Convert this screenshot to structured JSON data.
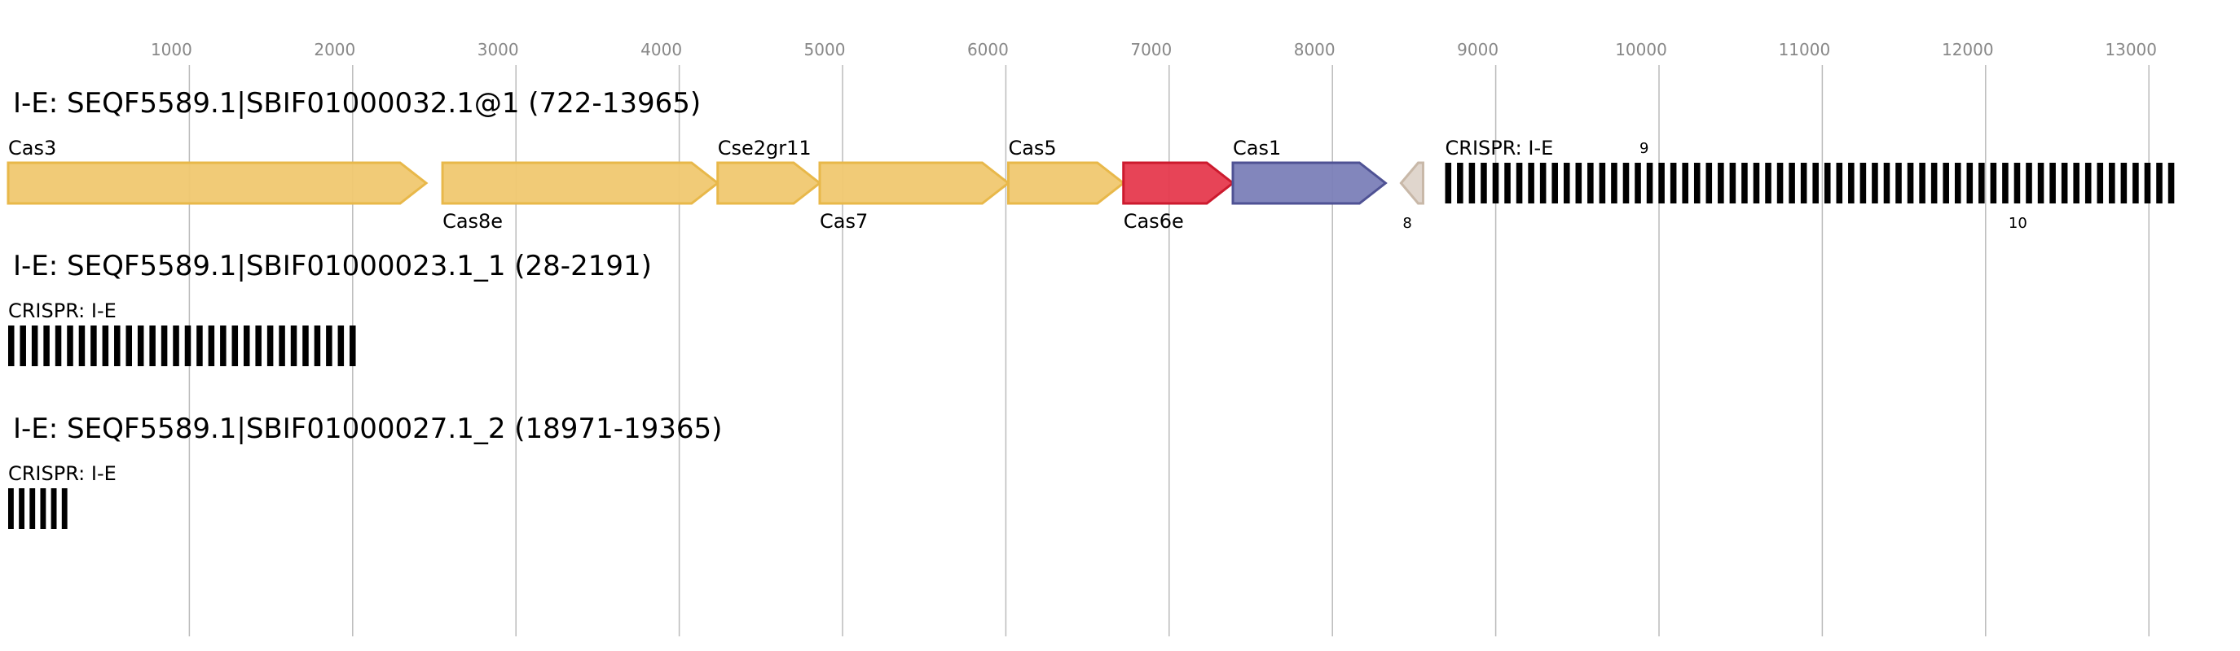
{
  "ruler": {
    "ticks": [
      {
        "label": "1000",
        "value": 1000
      },
      {
        "label": "2000",
        "value": 2000
      },
      {
        "label": "3000",
        "value": 3000
      },
      {
        "label": "4000",
        "value": 4000
      },
      {
        "label": "5000",
        "value": 5000
      },
      {
        "label": "6000",
        "value": 6000
      },
      {
        "label": "7000",
        "value": 7000
      },
      {
        "label": "8000",
        "value": 8000
      },
      {
        "label": "9000",
        "value": 9000
      },
      {
        "label": "10000",
        "value": 10000
      },
      {
        "label": "11000",
        "value": 11000
      },
      {
        "label": "12000",
        "value": 12000
      },
      {
        "label": "13000",
        "value": 13000
      }
    ]
  },
  "colors": {
    "cas_yellow": "#f0c870",
    "cas6e_red": "#e63a4e",
    "cas1_blue": "#7b7fb8",
    "faint": "#ddd2c8",
    "crispr": "#000000",
    "grid": "#bbbbbb",
    "tick_text": "#888888"
  },
  "loci": [
    {
      "title": "I-E: SEQF5589.1|SBIF01000032.1@1 (722-13965)",
      "genes": [
        {
          "label": "Cas3",
          "label_pos": "above",
          "start": 0,
          "end": 2560,
          "color": "cas_yellow",
          "dir": "forward"
        },
        {
          "label": "Cas8e",
          "label_pos": "below",
          "start": 2660,
          "end": 4345,
          "color": "cas_yellow",
          "dir": "forward"
        },
        {
          "label": "Cse2gr11",
          "label_pos": "above",
          "start": 4345,
          "end": 4970,
          "color": "cas_yellow",
          "dir": "forward"
        },
        {
          "label": "Cas7",
          "label_pos": "below",
          "start": 4970,
          "end": 6125,
          "color": "cas_yellow",
          "dir": "forward"
        },
        {
          "label": "Cas5",
          "label_pos": "above",
          "start": 6125,
          "end": 6830,
          "color": "cas_yellow",
          "dir": "forward"
        },
        {
          "label": "Cas6e",
          "label_pos": "below",
          "start": 6830,
          "end": 7500,
          "color": "cas6e_red",
          "dir": "forward"
        },
        {
          "label": "Cas1",
          "label_pos": "above",
          "start": 7500,
          "end": 8435,
          "color": "cas1_blue",
          "dir": "forward"
        },
        {
          "label": "8",
          "label_pos": "below-small",
          "start": 8530,
          "end": 8665,
          "color": "faint",
          "dir": "reverse"
        }
      ],
      "arrays": [
        {
          "label": "CRISPR: I-E",
          "start": 8800,
          "end": 13300,
          "spacers": 62
        }
      ],
      "numbers": [
        {
          "label": "9",
          "value": 9990,
          "pos": "above"
        },
        {
          "label": "10",
          "value": 12250,
          "pos": "below"
        }
      ]
    },
    {
      "title": "I-E: SEQF5589.1|SBIF01000023.1_1 (28-2191)",
      "genes": [],
      "arrays": [
        {
          "label": "CRISPR: I-E",
          "start": 0,
          "end": 2163,
          "spacers": 30
        }
      ],
      "numbers": []
    },
    {
      "title": "I-E: SEQF5589.1|SBIF01000027.1_2 (18971-19365)",
      "genes": [],
      "arrays": [
        {
          "label": "CRISPR: I-E",
          "start": 0,
          "end": 394,
          "spacers": 6
        }
      ],
      "numbers": []
    }
  ]
}
